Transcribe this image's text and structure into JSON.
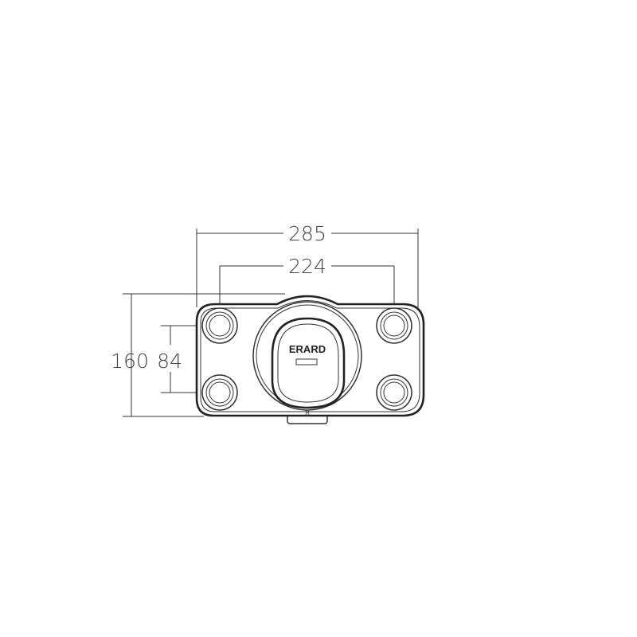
{
  "dimensions": {
    "overall_width": "285",
    "hole_spacing_horizontal": "224",
    "overall_height": "160",
    "hole_spacing_vertical": "84"
  },
  "brand_label": "ERARD",
  "bottom_tab_mark": "8",
  "colors": {
    "line": "#333333",
    "outline": "#222222",
    "background": "#ffffff"
  }
}
